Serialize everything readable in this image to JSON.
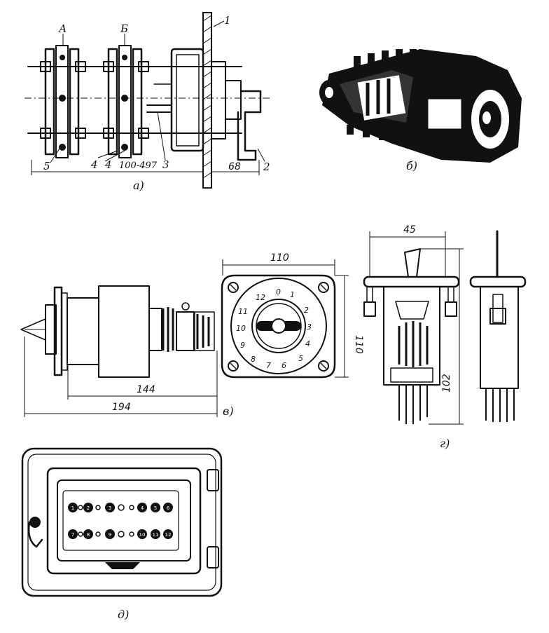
{
  "figure_a": {
    "callouts": [
      "А",
      "Б",
      "1",
      "5",
      "4",
      "4",
      "100-497",
      "3",
      "68",
      "2"
    ],
    "caption": "а)"
  },
  "figure_b": {
    "caption": "б)"
  },
  "figure_v": {
    "dim_width": "110",
    "dim_height": "110",
    "dim_length_inner": "144",
    "dim_length_total": "194",
    "dial_numbers": [
      "0",
      "1",
      "2",
      "3",
      "4",
      "5",
      "6",
      "7",
      "8",
      "9",
      "10",
      "11",
      "12"
    ],
    "caption": "в)"
  },
  "figure_g": {
    "dim_width": "45",
    "dim_height": "102",
    "caption": "г)"
  },
  "figure_d": {
    "top_row": [
      "1",
      "2",
      "3",
      "4",
      "5",
      "6"
    ],
    "bottom_row": [
      "7",
      "8",
      "9",
      "10",
      "11",
      "12"
    ],
    "caption": "д)"
  }
}
